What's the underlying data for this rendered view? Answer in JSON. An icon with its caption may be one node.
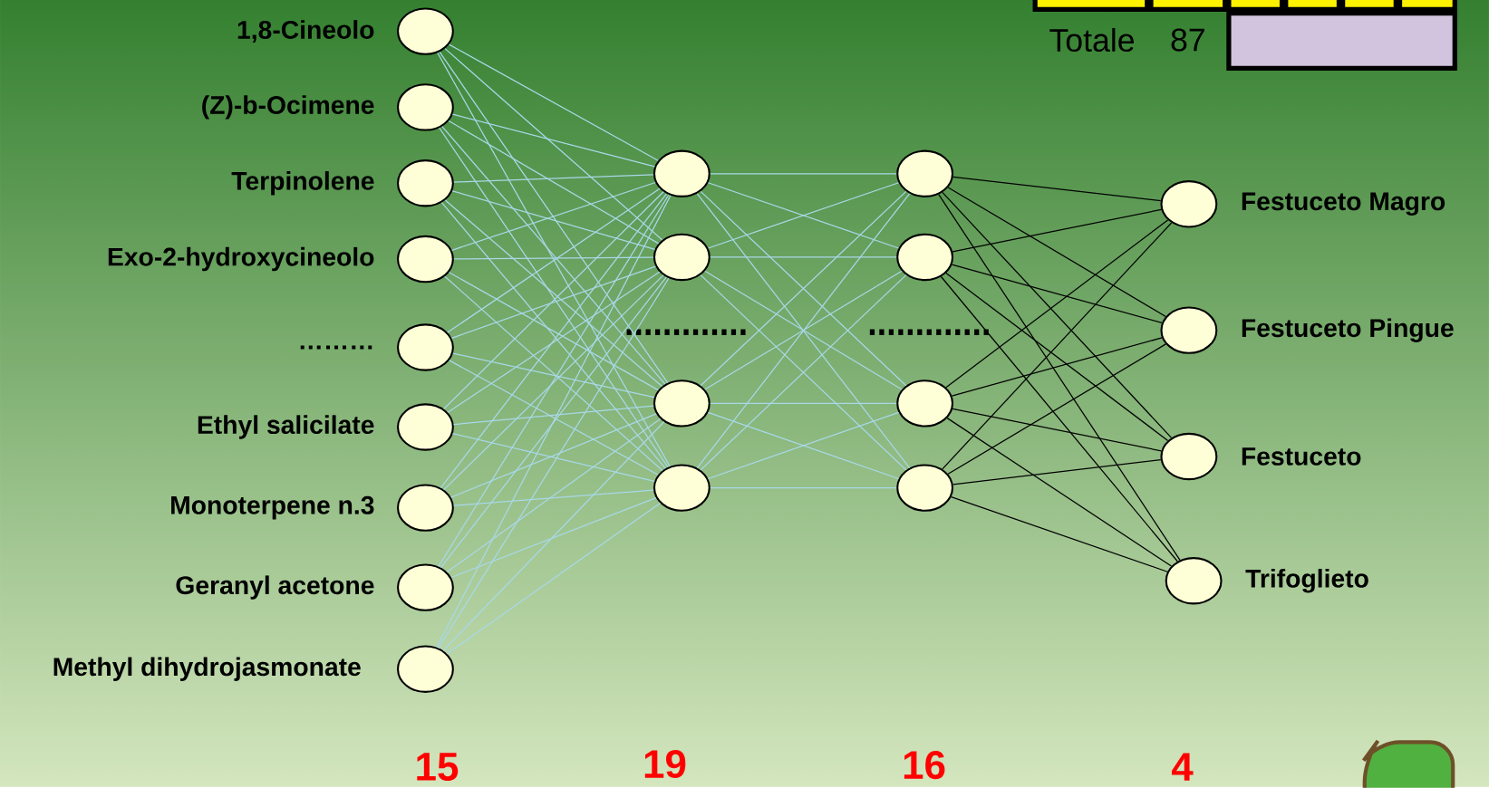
{
  "diagram": {
    "nodes": [
      {
        "text": [],
        "shape": "circle",
        "beside": [
          "1,8-Cineolo"
        ]
      },
      {
        "text": [],
        "shape": "circle",
        "beside": [
          "(Z)-b-Ocimene"
        ]
      },
      {
        "text": [],
        "shape": "circle",
        "beside": [
          "Terpinolene"
        ]
      },
      {
        "text": [],
        "shape": "circle",
        "beside": [
          "Exo-2-hydroxycineolo"
        ]
      },
      {
        "text": [],
        "shape": "circle",
        "beside": [
          "………"
        ]
      },
      {
        "text": [],
        "shape": "circle",
        "beside": [
          "Ethyl salicilate"
        ]
      },
      {
        "text": [],
        "shape": "circle",
        "beside": [
          "Monoterpene n.3"
        ]
      },
      {
        "text": [],
        "shape": "circle",
        "beside": [
          "Geranyl acetone"
        ]
      },
      {
        "text": [],
        "shape": "circle",
        "beside": [
          "Methyl dihydrojasmonate"
        ]
      },
      {
        "text": [],
        "shape": "circle"
      },
      {
        "text": [],
        "shape": "circle"
      },
      {
        "text": [],
        "shape": "circle"
      },
      {
        "text": [],
        "shape": "circle"
      },
      {
        "text": [],
        "shape": "circle"
      },
      {
        "text": [],
        "shape": "circle"
      },
      {
        "text": [],
        "shape": "circle"
      },
      {
        "text": [],
        "shape": "circle"
      },
      {
        "text": [],
        "shape": "circle",
        "beside": [
          "Festuceto Magro"
        ]
      },
      {
        "text": [],
        "shape": "circle",
        "beside": [
          "Festuceto Pingue"
        ]
      },
      {
        "text": [],
        "shape": "circle",
        "beside": [
          "Festuceto"
        ]
      },
      {
        "text": [],
        "shape": "circle",
        "beside": [
          "Trifoglieto"
        ]
      }
    ],
    "edges": [
      {
        "from": 0,
        "to": 9,
        "arrow": "none"
      },
      {
        "from": 0,
        "to": 10,
        "arrow": "none"
      },
      {
        "from": 0,
        "to": 11,
        "arrow": "none"
      },
      {
        "from": 0,
        "to": 12,
        "arrow": "none"
      },
      {
        "from": 1,
        "to": 9,
        "arrow": "none"
      },
      {
        "from": 1,
        "to": 10,
        "arrow": "none"
      },
      {
        "from": 1,
        "to": 11,
        "arrow": "none"
      },
      {
        "from": 1,
        "to": 12,
        "arrow": "none"
      },
      {
        "from": 2,
        "to": 9,
        "arrow": "none"
      },
      {
        "from": 2,
        "to": 10,
        "arrow": "none"
      },
      {
        "from": 2,
        "to": 11,
        "arrow": "none"
      },
      {
        "from": 2,
        "to": 12,
        "arrow": "none"
      },
      {
        "from": 3,
        "to": 9,
        "arrow": "none"
      },
      {
        "from": 3,
        "to": 10,
        "arrow": "none"
      },
      {
        "from": 3,
        "to": 11,
        "arrow": "none"
      },
      {
        "from": 3,
        "to": 12,
        "arrow": "none"
      },
      {
        "from": 4,
        "to": 9,
        "arrow": "none"
      },
      {
        "from": 4,
        "to": 10,
        "arrow": "none"
      },
      {
        "from": 4,
        "to": 11,
        "arrow": "none"
      },
      {
        "from": 4,
        "to": 12,
        "arrow": "none"
      },
      {
        "from": 5,
        "to": 9,
        "arrow": "none"
      },
      {
        "from": 5,
        "to": 10,
        "arrow": "none"
      },
      {
        "from": 5,
        "to": 11,
        "arrow": "none"
      },
      {
        "from": 5,
        "to": 12,
        "arrow": "none"
      },
      {
        "from": 6,
        "to": 9,
        "arrow": "none"
      },
      {
        "from": 6,
        "to": 10,
        "arrow": "none"
      },
      {
        "from": 6,
        "to": 11,
        "arrow": "none"
      },
      {
        "from": 6,
        "to": 12,
        "arrow": "none"
      },
      {
        "from": 7,
        "to": 9,
        "arrow": "none"
      },
      {
        "from": 7,
        "to": 10,
        "arrow": "none"
      },
      {
        "from": 7,
        "to": 11,
        "arrow": "none"
      },
      {
        "from": 7,
        "to": 12,
        "arrow": "none"
      },
      {
        "from": 8,
        "to": 9,
        "arrow": "none"
      },
      {
        "from": 8,
        "to": 10,
        "arrow": "none"
      },
      {
        "from": 8,
        "to": 11,
        "arrow": "none"
      },
      {
        "from": 8,
        "to": 12,
        "arrow": "none"
      },
      {
        "from": 9,
        "to": 13,
        "arrow": "none"
      },
      {
        "from": 9,
        "to": 14,
        "arrow": "none"
      },
      {
        "from": 9,
        "to": 15,
        "arrow": "none"
      },
      {
        "from": 9,
        "to": 16,
        "arrow": "none"
      },
      {
        "from": 10,
        "to": 13,
        "arrow": "none"
      },
      {
        "from": 10,
        "to": 14,
        "arrow": "none"
      },
      {
        "from": 10,
        "to": 15,
        "arrow": "none"
      },
      {
        "from": 10,
        "to": 16,
        "arrow": "none"
      },
      {
        "from": 11,
        "to": 13,
        "arrow": "none"
      },
      {
        "from": 11,
        "to": 14,
        "arrow": "none"
      },
      {
        "from": 11,
        "to": 15,
        "arrow": "none"
      },
      {
        "from": 11,
        "to": 16,
        "arrow": "none"
      },
      {
        "from": 12,
        "to": 13,
        "arrow": "none"
      },
      {
        "from": 12,
        "to": 14,
        "arrow": "none"
      },
      {
        "from": 12,
        "to": 15,
        "arrow": "none"
      },
      {
        "from": 12,
        "to": 16,
        "arrow": "none"
      },
      {
        "from": 13,
        "to": 17,
        "arrow": "none",
        "color": "#000000"
      },
      {
        "from": 13,
        "to": 18,
        "arrow": "none",
        "color": "#000000"
      },
      {
        "from": 13,
        "to": 19,
        "arrow": "none",
        "color": "#000000"
      },
      {
        "from": 13,
        "to": 20,
        "arrow": "none",
        "color": "#000000"
      },
      {
        "from": 14,
        "to": 17,
        "arrow": "none",
        "color": "#000000"
      },
      {
        "from": 14,
        "to": 18,
        "arrow": "none",
        "color": "#000000"
      },
      {
        "from": 14,
        "to": 19,
        "arrow": "none",
        "color": "#000000"
      },
      {
        "from": 14,
        "to": 20,
        "arrow": "none",
        "color": "#000000"
      },
      {
        "from": 15,
        "to": 17,
        "arrow": "none",
        "color": "#000000"
      },
      {
        "from": 15,
        "to": 18,
        "arrow": "none",
        "color": "#000000"
      },
      {
        "from": 15,
        "to": 19,
        "arrow": "none",
        "color": "#000000"
      },
      {
        "from": 15,
        "to": 20,
        "arrow": "none",
        "color": "#000000"
      },
      {
        "from": 16,
        "to": 17,
        "arrow": "none",
        "color": "#000000"
      },
      {
        "from": 16,
        "to": 18,
        "arrow": "none",
        "color": "#000000"
      },
      {
        "from": 16,
        "to": 19,
        "arrow": "none",
        "color": "#000000"
      },
      {
        "from": 16,
        "to": 20,
        "arrow": "none",
        "color": "#000000"
      }
    ],
    "labels": [
      "Totale",
      "87",
      "15",
      "19",
      "16",
      "4"
    ]
  }
}
